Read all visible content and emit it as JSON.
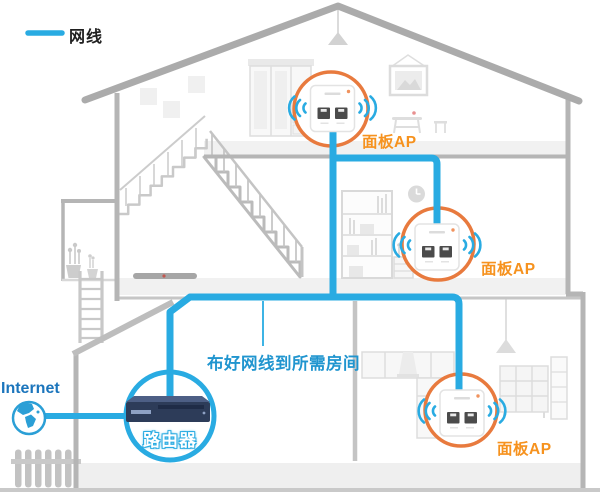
{
  "legend": {
    "label": "网线",
    "line_color": "#29abe2"
  },
  "internet": {
    "label": "Internet",
    "icon": "globe-icon"
  },
  "router": {
    "label": "路由器",
    "highlight_color": "#29abe2",
    "device": "router-device"
  },
  "access_points": [
    {
      "id": "attic",
      "label": "面板AP",
      "icon": "wifi-signal-icon",
      "highlight_color": "#e87a3e"
    },
    {
      "id": "second-floor",
      "label": "面板AP",
      "icon": "wifi-signal-icon",
      "highlight_color": "#e87a3e"
    },
    {
      "id": "ground-floor",
      "label": "面板AP",
      "icon": "wifi-signal-icon",
      "highlight_color": "#e87a3e"
    }
  ],
  "annotation": {
    "cable_note": "布好网线到所需房间"
  },
  "colors": {
    "cable": "#29abe2",
    "ap_circle": "#e87a3e",
    "ap_label_text": "#f6921e",
    "router_circle": "#29abe2",
    "internet_text": "#1b75bc",
    "annotation_text": "#2095cf",
    "house_outline": "#b5b5b5",
    "router_body": "#2d3c59"
  }
}
